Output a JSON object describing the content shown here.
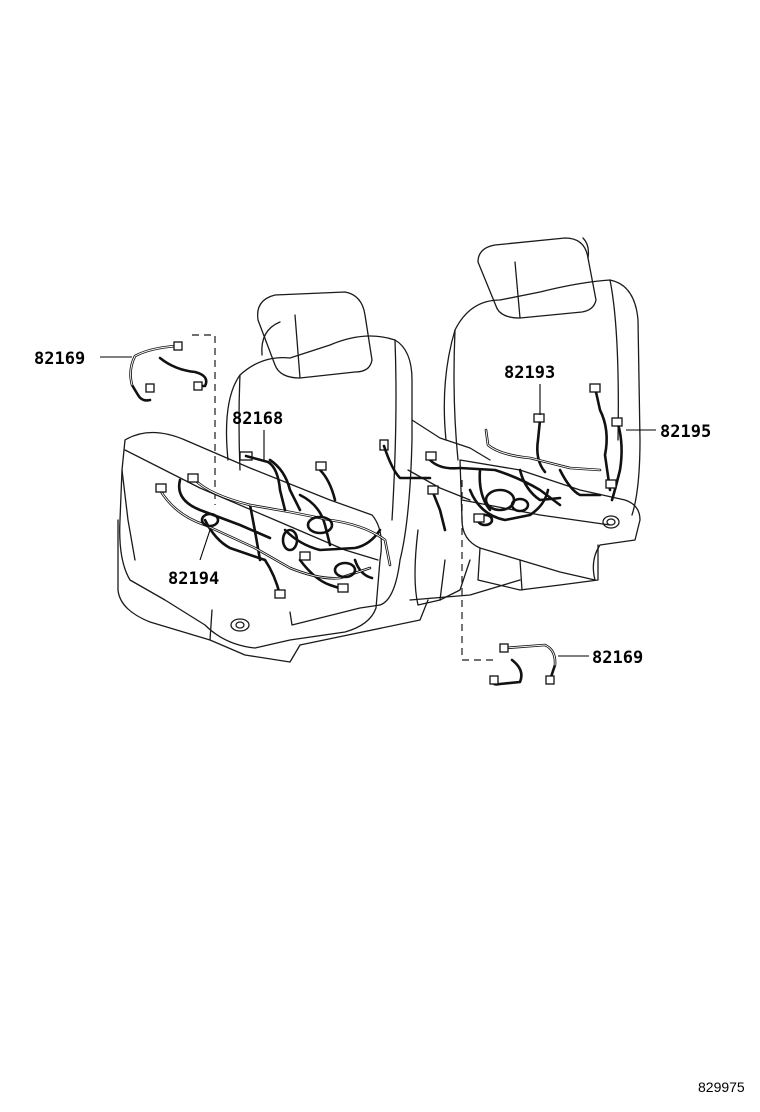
{
  "labels": {
    "part_82169_upper": "82169",
    "part_82168": "82168",
    "part_82194": "82194",
    "part_82193": "82193",
    "part_82195": "82195",
    "part_82169_lower": "82169"
  },
  "diagram_ref": "829975"
}
